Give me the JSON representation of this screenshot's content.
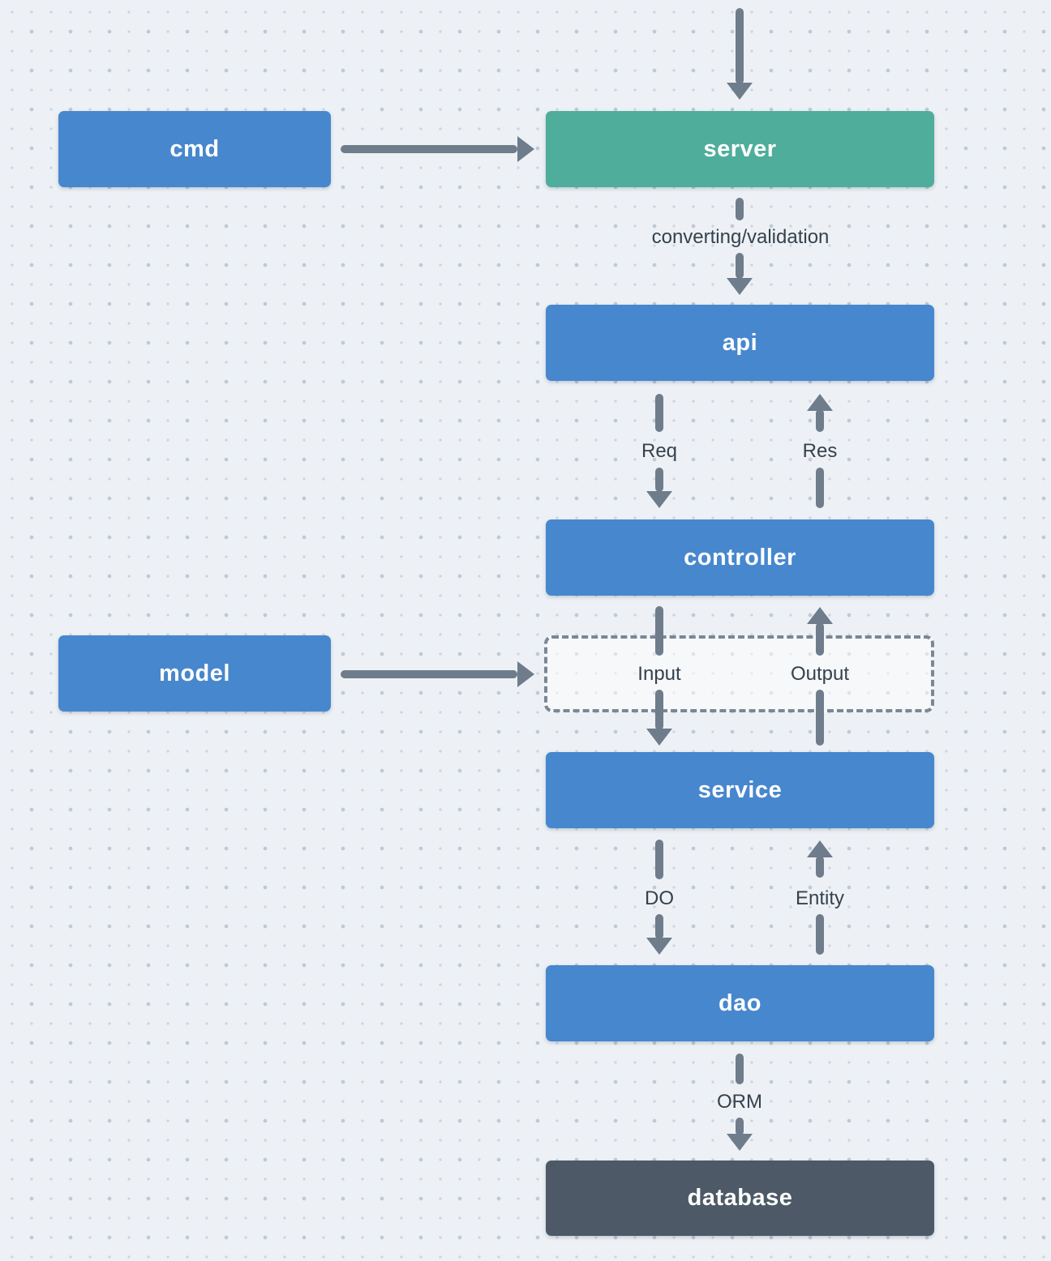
{
  "diagram": {
    "title": "layered service architecture flow",
    "nodes": [
      {
        "id": "cmd",
        "label": "cmd",
        "color_key": "node_blue"
      },
      {
        "id": "server",
        "label": "server",
        "color_key": "node_teal"
      },
      {
        "id": "api",
        "label": "api",
        "color_key": "node_blue"
      },
      {
        "id": "controller",
        "label": "controller",
        "color_key": "node_blue"
      },
      {
        "id": "model",
        "label": "model",
        "color_key": "node_blue"
      },
      {
        "id": "service",
        "label": "service",
        "color_key": "node_blue"
      },
      {
        "id": "dao",
        "label": "dao",
        "color_key": "node_blue"
      },
      {
        "id": "database",
        "label": "database",
        "color_key": "node_dark"
      }
    ],
    "edge_labels": {
      "server_to_api": "converting/validation",
      "api_to_controller": "Req",
      "controller_to_api": "Res",
      "controller_to_service": "Input",
      "service_to_controller": "Output",
      "service_to_dao": "DO",
      "dao_to_service": "Entity",
      "dao_to_database": "ORM"
    },
    "unlabeled_edges": [
      "external-to-server",
      "cmd-to-server",
      "model-to-boundary"
    ]
  },
  "colors": {
    "background": "#edf1f5",
    "node_blue": "#4787ce",
    "node_teal": "#4fad9b",
    "node_dark": "#4d5966",
    "node_text": "#ffffff",
    "arrow": "#6e7c8b",
    "edge_label_text": "#36414c",
    "boundary_border": "#7b8796"
  }
}
